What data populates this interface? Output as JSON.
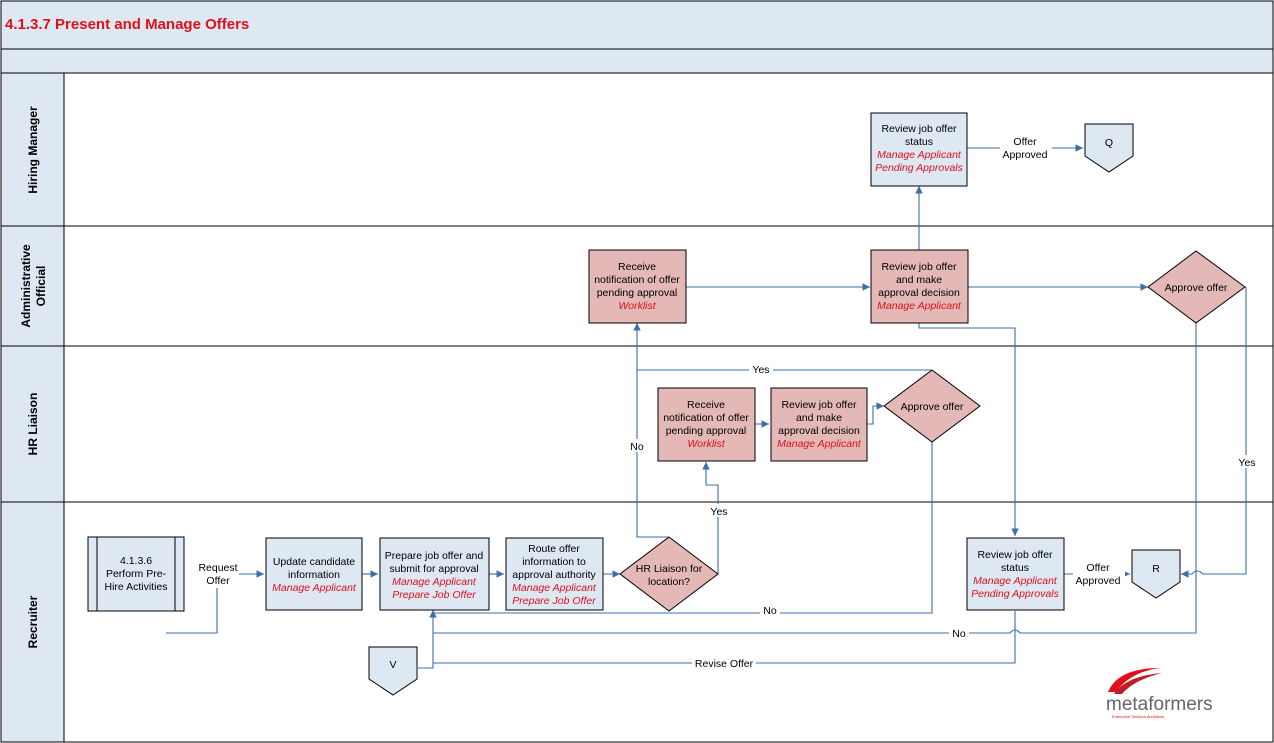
{
  "diagram": {
    "title": "4.1.3.7 Present and Manage Offers",
    "lanes": [
      {
        "id": "hiring",
        "label": "Hiring Manager"
      },
      {
        "id": "admin",
        "label_line1": "Administrative",
        "label_line2": "Official"
      },
      {
        "id": "hr",
        "label": "HR Liaison"
      },
      {
        "id": "recruiter",
        "label": "Recruiter"
      }
    ],
    "nodes": {
      "perform": {
        "lines": [
          "4.1.3.6",
          "Perform Pre-",
          "Hire Activities"
        ]
      },
      "update": {
        "lines": [
          "Update candidate",
          "information"
        ],
        "sub": [
          "Manage Applicant"
        ]
      },
      "prepare": {
        "lines": [
          "Prepare job offer and",
          "submit for approval"
        ],
        "sub": [
          "Manage Applicant",
          "Prepare Job Offer"
        ]
      },
      "route": {
        "lines": [
          "Route offer",
          "information to",
          "approval authority"
        ],
        "sub": [
          "Manage Applicant",
          "Prepare Job Offer"
        ]
      },
      "hr_decision": {
        "lines": [
          "HR Liaison for",
          "location?"
        ]
      },
      "hr_receive": {
        "lines": [
          "Receive",
          "notification of offer",
          "pending approval"
        ],
        "sub": [
          "Worklist"
        ]
      },
      "hr_review": {
        "lines": [
          "Review job offer",
          "and make",
          "approval decision"
        ],
        "sub": [
          "Manage Applicant"
        ]
      },
      "hr_approve": {
        "lines": [
          "Approve offer"
        ]
      },
      "admin_receive": {
        "lines": [
          "Receive",
          "notification of offer",
          "pending approval"
        ],
        "sub": [
          "Worklist"
        ]
      },
      "admin_review": {
        "lines": [
          "Review job offer",
          "and make",
          "approval decision"
        ],
        "sub": [
          "Manage Applicant"
        ]
      },
      "admin_approve": {
        "lines": [
          "Approve offer"
        ]
      },
      "hm_status": {
        "lines": [
          "Review job offer",
          "status"
        ],
        "sub": [
          "Manage Applicant",
          "Pending Approvals"
        ]
      },
      "rec_status": {
        "lines": [
          "Review job offer",
          "status"
        ],
        "sub": [
          "Manage Applicant",
          "Pending Approvals"
        ]
      },
      "off_q": {
        "label": "Q"
      },
      "off_r": {
        "label": "R"
      },
      "off_v": {
        "label": "V"
      }
    },
    "connector_labels": {
      "request_offer": [
        "Request",
        "Offer"
      ],
      "hm_offer_approved": [
        "Offer",
        "Approved"
      ],
      "rec_offer_approved": [
        "Offer",
        "Approved"
      ],
      "yes_top": "Yes",
      "yes_mid": "Yes",
      "yes_right": "Yes",
      "no_left": "No",
      "no_hr": "No",
      "no_admin": "No",
      "revise_offer": "Revise Offer"
    },
    "logo": {
      "name": "metaformers",
      "tagline": "Enterprise Solution Architects"
    },
    "colors": {
      "lane_header": "#dde8f3",
      "task_pink": "#e3b8b6",
      "connector": "#3d6fa8",
      "title_red": "#e0101a"
    }
  }
}
